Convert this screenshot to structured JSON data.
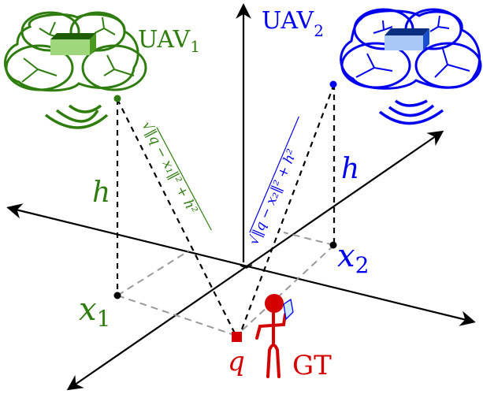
{
  "diagram": {
    "colors": {
      "uav1": "#2e7d0e",
      "uav1_body_top": "#1f5d08",
      "uav1_body_front": "#9fd87c",
      "uav2": "#0000ee",
      "uav2_body_top": "#0a2f80",
      "uav2_body_front": "#a9c8f7",
      "gt": "#d40000",
      "phone": "#cfeaff",
      "axis": "#000000",
      "projection": "#999999"
    },
    "labels": {
      "uav1_main": "UAV",
      "uav1_sub": "1",
      "uav2_main": "UAV",
      "uav2_sub": "2",
      "height_left": "h",
      "height_right": "h",
      "x1_main": "x",
      "x1_sub": "1",
      "x2_main": "x",
      "x2_sub": "2",
      "q": "q",
      "gt": "GT",
      "dist1_sqrt": "√",
      "dist1_body": "‖q − x₁‖² + h²",
      "dist2_sqrt": "√",
      "dist2_body": "‖q − x₂‖² + h²"
    }
  }
}
